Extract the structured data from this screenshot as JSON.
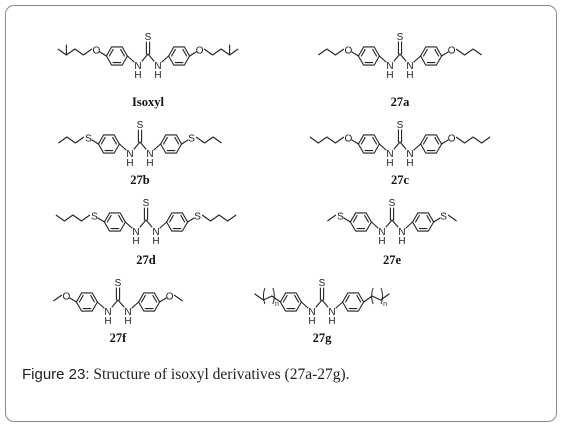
{
  "structures": [
    {
      "id": "isoxyl",
      "label": "Isoxyl",
      "left_tail": "isopentyloxy",
      "right_tail": "isopentyloxy"
    },
    {
      "id": "27a",
      "label": "27a",
      "left_tail": "propoxy",
      "right_tail": "propoxy"
    },
    {
      "id": "27b",
      "label": "27b",
      "left_tail": "propylthio",
      "right_tail": "propylthio"
    },
    {
      "id": "27c",
      "label": "27c",
      "left_tail": "butoxy",
      "right_tail": "butoxy"
    },
    {
      "id": "27d",
      "label": "27d",
      "left_tail": "butylthio",
      "right_tail": "butylthio"
    },
    {
      "id": "27e",
      "label": "27e",
      "left_tail": "methylthio",
      "right_tail": "methylthio"
    },
    {
      "id": "27f",
      "label": "27f",
      "left_tail": "methoxy",
      "right_tail": "methoxy"
    },
    {
      "id": "27g",
      "label": "27g",
      "left_tail": "alkyl-n",
      "right_tail": "alkyl-n"
    }
  ],
  "atoms": {
    "sulfur": "S",
    "oxygen": "O",
    "nitrogen": "N",
    "hydrogen": "H",
    "repeat": "n"
  },
  "caption": {
    "figure": "Figure 23:",
    "text": " Structure of isoxyl derivatives (27a-27g)."
  },
  "colors": {
    "ink": "#222222",
    "border": "#8a8a8a"
  }
}
